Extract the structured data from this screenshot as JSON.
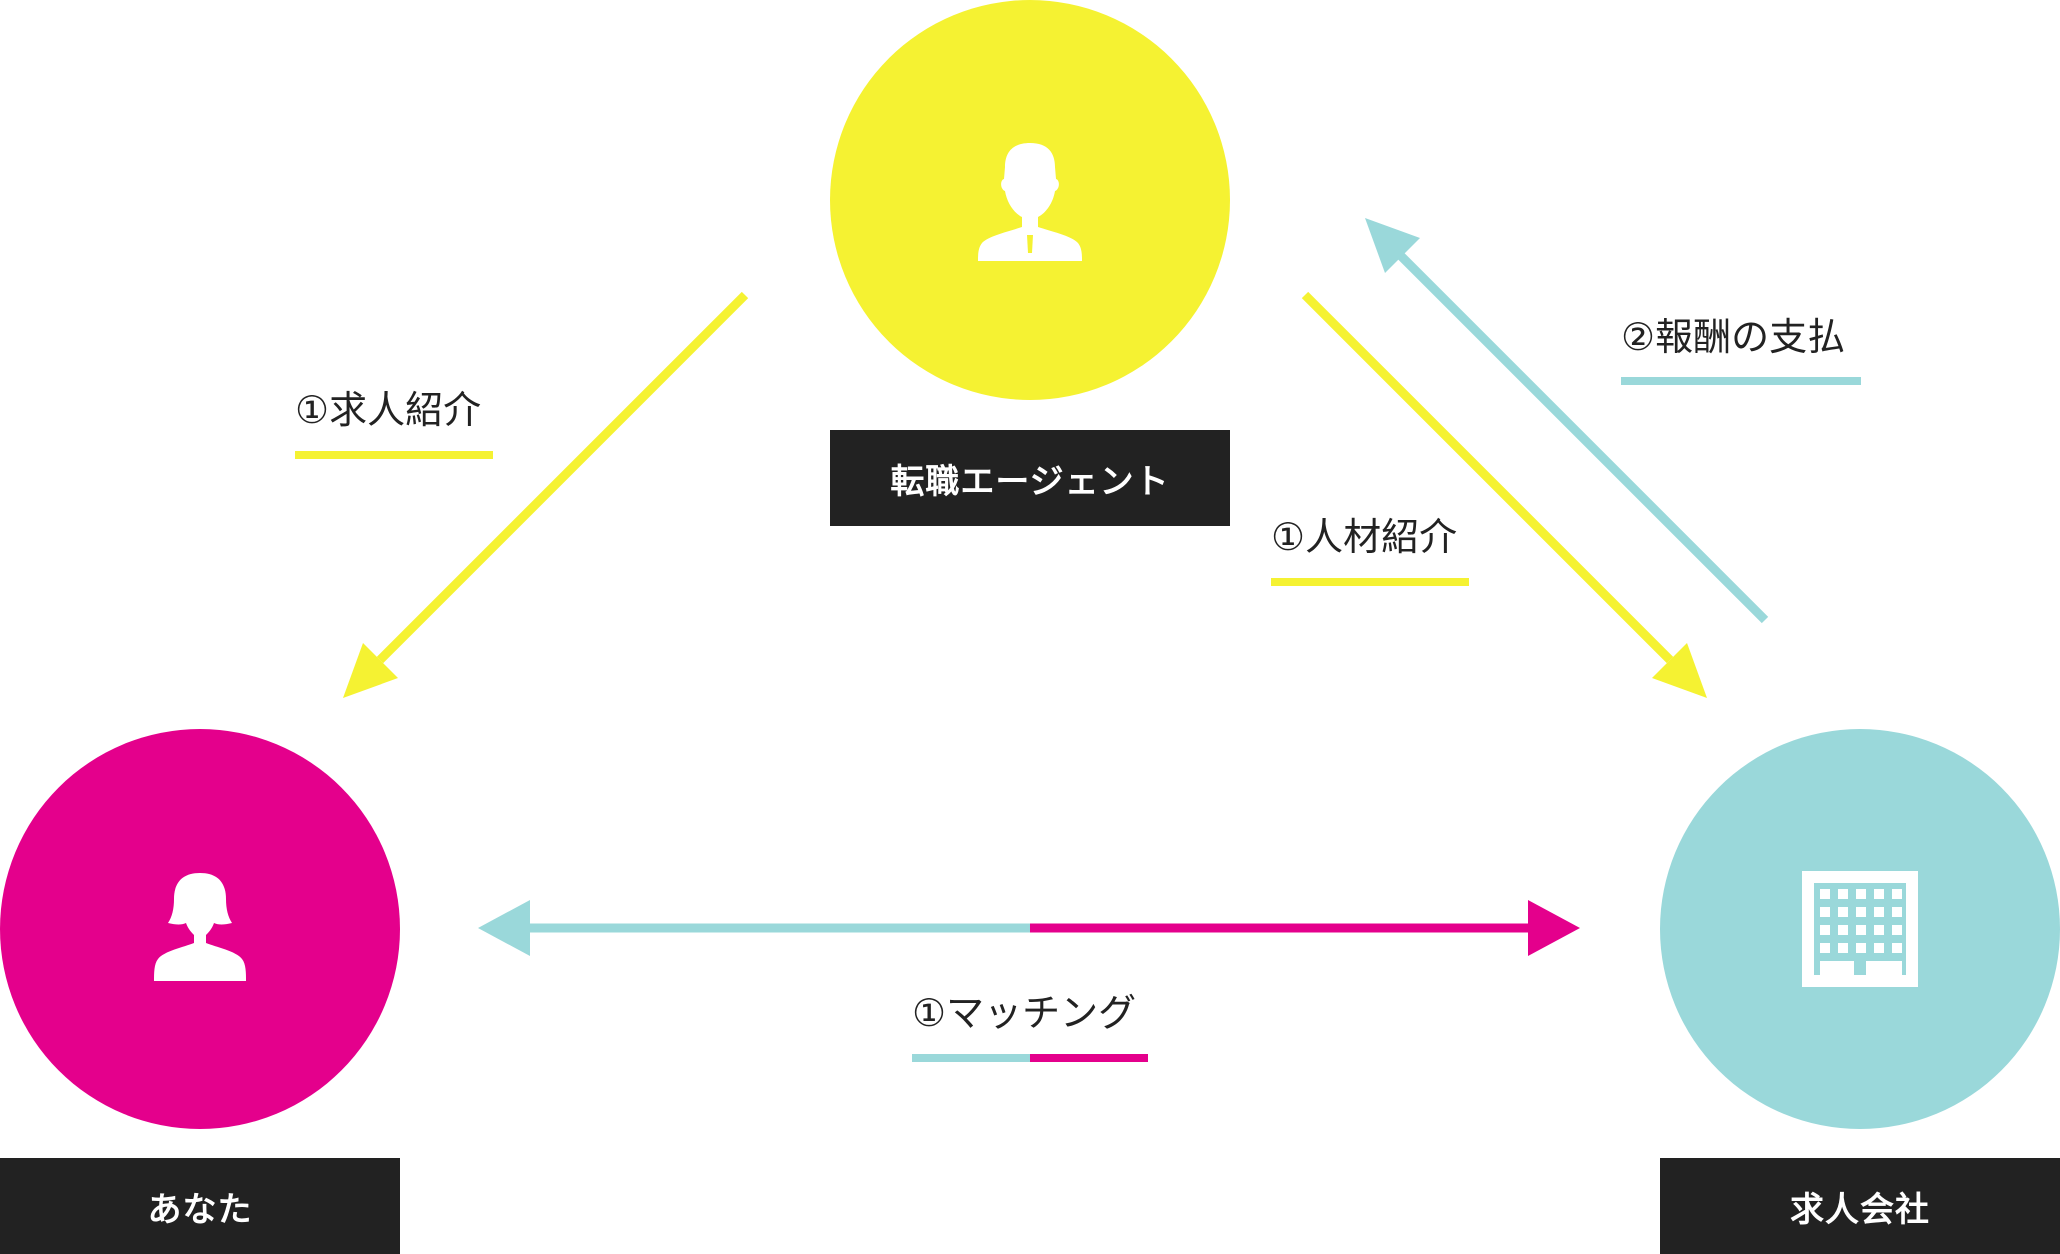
{
  "colors": {
    "agent": "#f5f232",
    "you": "#e4008c",
    "company": "#9ad8da",
    "label_bg": "#222222"
  },
  "nodes": {
    "agent": {
      "label": "転職エージェント",
      "icon": "male-person-icon"
    },
    "you": {
      "label": "あなた",
      "icon": "female-person-icon"
    },
    "company": {
      "label": "求人会社",
      "icon": "office-building-icon"
    }
  },
  "edges": {
    "job_intro": {
      "label": "①求人紹介"
    },
    "talent_intro": {
      "label": "①人材紹介"
    },
    "payment": {
      "label": "②報酬の支払"
    },
    "matching": {
      "label": "①マッチング"
    }
  }
}
